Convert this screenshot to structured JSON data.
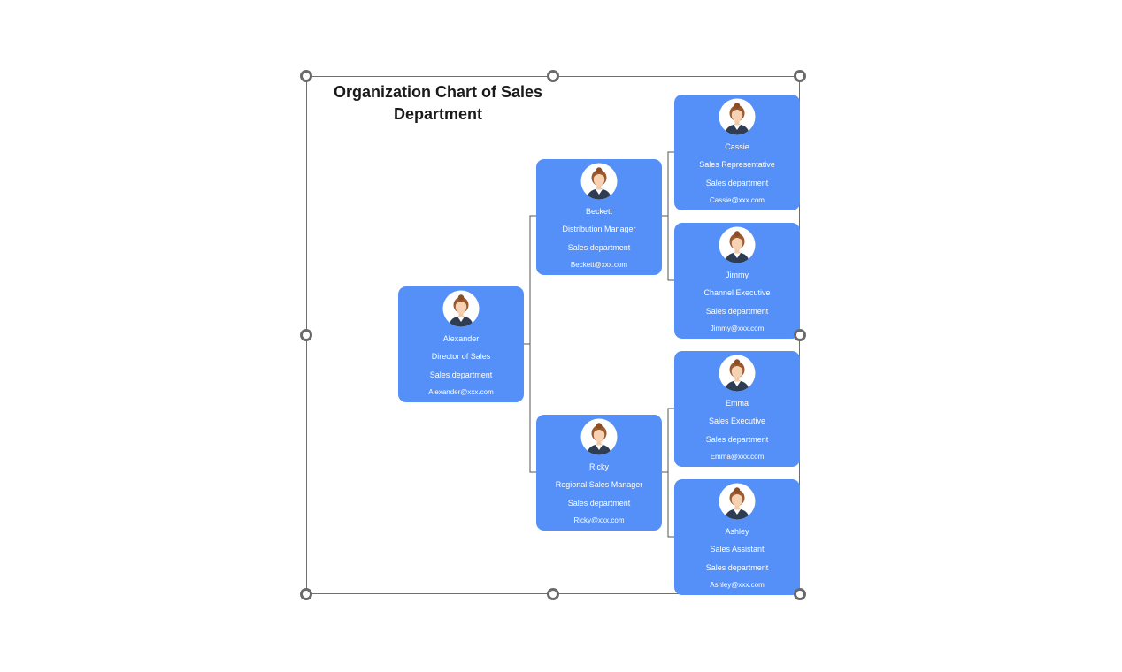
{
  "title": "Organization Chart of Sales Department",
  "colors": {
    "card_fill": "#5590f8",
    "connector": "#555555",
    "frame": "#6f6f6f"
  },
  "nodes": {
    "alexander": {
      "name": "Alexander",
      "role": "Director of Sales",
      "department": "Sales department",
      "email": "Alexander@xxx.com",
      "icon": "person-avatar-icon"
    },
    "beckett": {
      "name": "Beckett",
      "role": "Distribution Manager",
      "department": "Sales department",
      "email": "Beckett@xxx.com",
      "icon": "person-avatar-icon"
    },
    "ricky": {
      "name": "Ricky",
      "role": "Regional Sales Manager",
      "department": "Sales department",
      "email": "Ricky@xxx.com",
      "icon": "person-avatar-icon"
    },
    "cassie": {
      "name": "Cassie",
      "role": "Sales Representative",
      "department": "Sales department",
      "email": "Cassie@xxx.com",
      "icon": "person-avatar-icon"
    },
    "jimmy": {
      "name": "Jimmy",
      "role": "Channel Executive",
      "department": "Sales department",
      "email": "Jimmy@xxx.com",
      "icon": "person-avatar-icon"
    },
    "emma": {
      "name": "Emma",
      "role": "Sales Executive",
      "department": "Sales department",
      "email": "Emma@xxx.com",
      "icon": "person-avatar-icon"
    },
    "ashley": {
      "name": "Ashley",
      "role": "Sales Assistant",
      "department": "Sales department",
      "email": "Ashley@xxx.com",
      "icon": "person-avatar-icon"
    }
  },
  "edges": [
    [
      "alexander",
      "beckett"
    ],
    [
      "alexander",
      "ricky"
    ],
    [
      "beckett",
      "cassie"
    ],
    [
      "beckett",
      "jimmy"
    ],
    [
      "ricky",
      "emma"
    ],
    [
      "ricky",
      "ashley"
    ]
  ]
}
